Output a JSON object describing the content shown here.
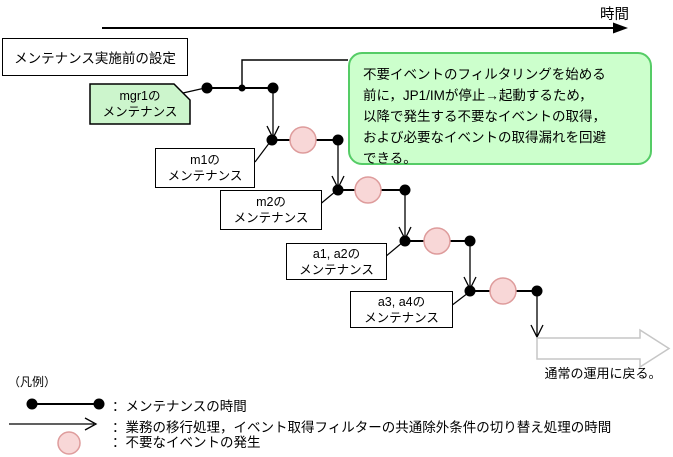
{
  "time_axis": {
    "label": "時間"
  },
  "pre_box": {
    "label": "メンテナンス実施前の設定"
  },
  "callout": {
    "lines": [
      "不要イベントのフィルタリングを始める",
      "前に，JP1/IMが停止→起動するため，",
      "以降で発生する不要なイベントの取得，",
      "および必要なイベントの取得漏れを回避",
      "できる。"
    ]
  },
  "steps": [
    {
      "line1": "mgr1の",
      "line2": "メンテナンス",
      "highlight": true,
      "has_event": false
    },
    {
      "line1": "m1の",
      "line2": "メンテナンス",
      "highlight": false,
      "has_event": true
    },
    {
      "line1": "m2の",
      "line2": "メンテナンス",
      "highlight": false,
      "has_event": true
    },
    {
      "line1": "a1, a2の",
      "line2": "メンテナンス",
      "highlight": false,
      "has_event": true
    },
    {
      "line1": "a3, a4の",
      "line2": "メンテナンス",
      "highlight": false,
      "has_event": true
    }
  ],
  "return_label": "通常の運用に戻る。",
  "legend": {
    "title": "（凡例）",
    "items": [
      {
        "icon": "maintenance-duration-line-icon",
        "text": "：メンテナンスの時間"
      },
      {
        "icon": "transition-arrow-icon",
        "text": "：業務の移行処理，イベント取得フィルターの共通除外条件の切り替え処理の時間"
      },
      {
        "icon": "unnecessary-event-circle-icon",
        "text": "：不要なイベントの発生"
      }
    ]
  },
  "colors": {
    "callout_fill": "#ccffcc",
    "callout_border": "#55cc66",
    "green_box_fill": "#ccf5cc",
    "event_fill": "#f8d7d7",
    "event_border": "#de9c9c",
    "gray_arrow_border": "#c6c6c6",
    "line": "#000000"
  }
}
